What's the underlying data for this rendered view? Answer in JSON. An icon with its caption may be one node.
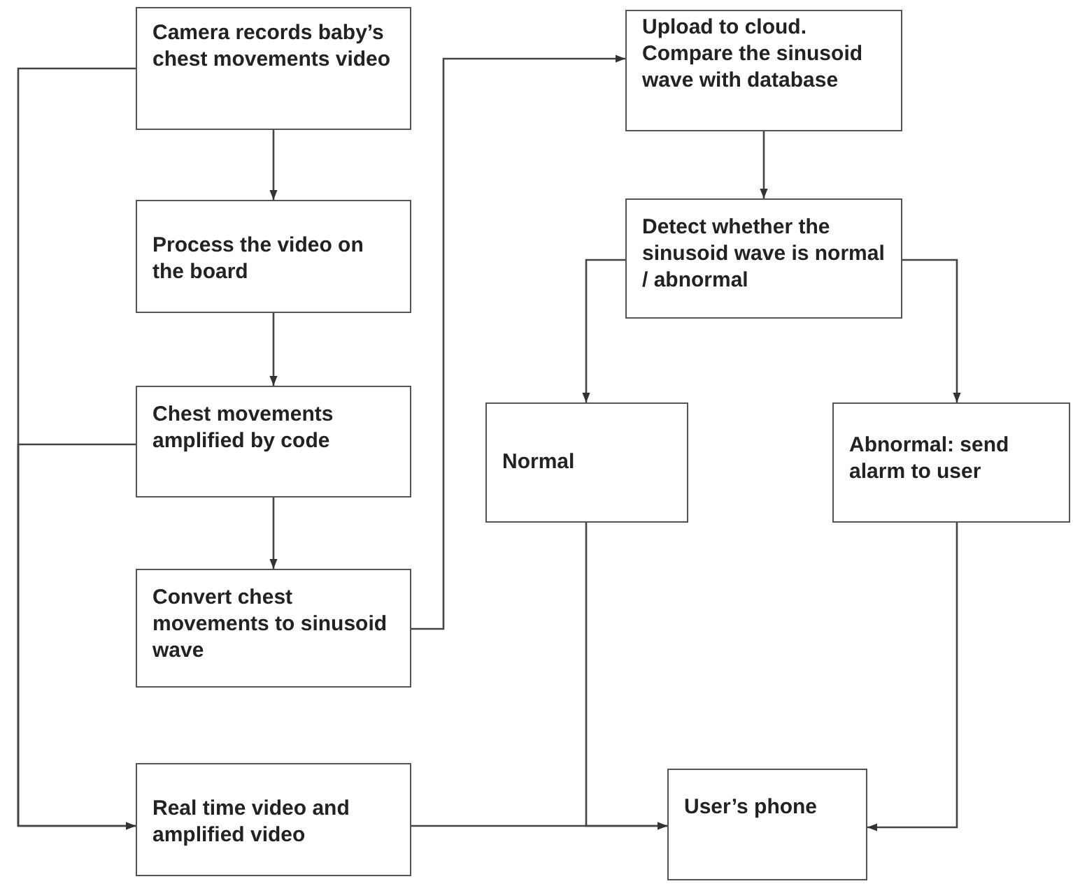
{
  "diagram": {
    "nodes": [
      {
        "text": [
          "Camera records baby’s chest movements video"
        ]
      },
      {
        "text": [
          "Process the video on the board"
        ]
      },
      {
        "text": [
          "Chest movements amplified by code"
        ]
      },
      {
        "text": [
          "Convert chest movements to sinusoid wave"
        ]
      },
      {
        "text": [
          "Upload to cloud. Compare the sinusoid wave with database"
        ]
      },
      {
        "text": [
          "Detect whether the sinusoid wave is normal / abnormal"
        ]
      },
      {
        "text": [
          "Normal"
        ]
      },
      {
        "text": [
          "Abnormal: send alarm to user"
        ]
      },
      {
        "text": [
          "Real time video and amplified video"
        ]
      },
      {
        "text": [
          "User’s phone"
        ]
      }
    ],
    "edges": [
      {
        "from": 0,
        "to": 1,
        "arrow": "to"
      },
      {
        "from": 1,
        "to": 2,
        "arrow": "to"
      },
      {
        "from": 2,
        "to": 3,
        "arrow": "to"
      },
      {
        "from": 3,
        "to": 4,
        "arrow": "to"
      },
      {
        "from": 4,
        "to": 5,
        "arrow": "to"
      },
      {
        "from": 5,
        "to": 6,
        "arrow": "to"
      },
      {
        "from": 5,
        "to": 7,
        "arrow": "to"
      },
      {
        "from": 0,
        "to": 8,
        "arrow": "to"
      },
      {
        "from": 2,
        "to": 8,
        "arrow": "to"
      },
      {
        "from": 8,
        "to": 9,
        "arrow": "to"
      },
      {
        "from": 6,
        "to": 9,
        "arrow": "to"
      },
      {
        "from": 7,
        "to": 9,
        "arrow": "to"
      }
    ]
  }
}
